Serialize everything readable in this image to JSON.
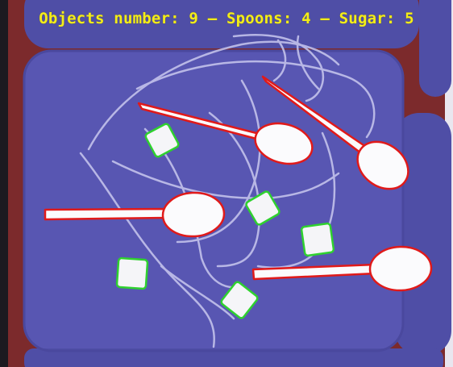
{
  "overlay": {
    "objects_label": "Objects number:",
    "objects_count": "9",
    "spoons_label": "Spoons:",
    "spoons_count": "4",
    "sugar_label": "Sugar:",
    "sugar_count": "5",
    "separator": "–"
  },
  "detections": {
    "spoons_outline_color": "#e01a1a",
    "sugar_outline_color": "#2fd12f"
  },
  "scene_colors": {
    "placemat": "#5a58b0",
    "table": "#8a2a2e"
  }
}
